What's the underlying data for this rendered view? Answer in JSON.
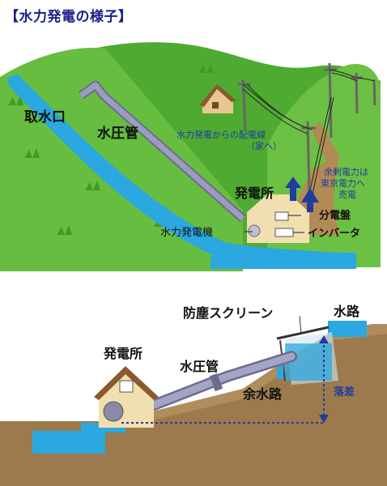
{
  "title": "【水力発電の様子】",
  "top_diagram": {
    "labels": {
      "intake": "取水口",
      "penstock": "水圧管",
      "powerhouse": "発電所",
      "turbine": "水力発電機",
      "switchboard": "分電盤",
      "inverter": "インバータ",
      "distribution_line_1": "水力発電からの配電線",
      "distribution_line_2": "（家へ）",
      "surplus_1": "余剰電力は",
      "surplus_2": "東京電力へ",
      "surplus_3": "売電"
    }
  },
  "bottom_diagram": {
    "labels": {
      "dust_screen": "防塵スクリーン",
      "channel": "水路",
      "powerhouse": "発電所",
      "penstock": "水圧管",
      "spillway": "余水路",
      "head": "落差"
    }
  },
  "colors": {
    "title": "#1b1f8a",
    "mountain_green": "#5cb53a",
    "water_blue": "#2ba8e0",
    "pipe_gray": "#8f8fb0",
    "arrow_blue": "#1f3d9c",
    "earth_brown": "#9c7a4e",
    "house_beige": "#f2dfb0"
  }
}
